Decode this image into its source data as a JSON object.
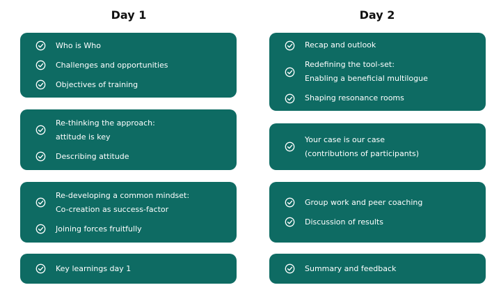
{
  "colors": {
    "card": "#0e6b63",
    "text": "#ffffff",
    "heading": "#111111"
  },
  "icon": "check-circle-icon",
  "day1": {
    "title": "Day 1",
    "cards": [
      {
        "items": [
          {
            "lines": [
              "Who is Who"
            ]
          },
          {
            "lines": [
              "Challenges and opportunities"
            ]
          },
          {
            "lines": [
              "Objectives of training"
            ]
          }
        ]
      },
      {
        "items": [
          {
            "lines": [
              "Re-thinking the approach:",
              "attitude is key"
            ]
          },
          {
            "lines": [
              "Describing attitude"
            ]
          }
        ]
      },
      {
        "items": [
          {
            "lines": [
              "Re-developing a common mindset:",
              "Co-creation as success-factor"
            ]
          },
          {
            "lines": [
              "Joining forces fruitfully"
            ]
          }
        ]
      },
      {
        "items": [
          {
            "lines": [
              "Key learnings day 1"
            ]
          }
        ]
      }
    ]
  },
  "day2": {
    "title": "Day 2",
    "cards": [
      {
        "items": [
          {
            "lines": [
              "Recap and outlook"
            ]
          },
          {
            "lines": [
              "Redefining the tool-set:",
              "Enabling a beneficial multilogue"
            ]
          },
          {
            "lines": [
              "Shaping resonance rooms"
            ]
          }
        ]
      },
      {
        "items": [
          {
            "lines": [
              "Your case is our case",
              "(contributions of participants)"
            ]
          }
        ]
      },
      {
        "items": [
          {
            "lines": [
              "Group work and peer coaching"
            ]
          },
          {
            "lines": [
              "Discussion of results"
            ]
          }
        ]
      },
      {
        "items": [
          {
            "lines": [
              "Summary and feedback"
            ]
          }
        ]
      }
    ]
  }
}
